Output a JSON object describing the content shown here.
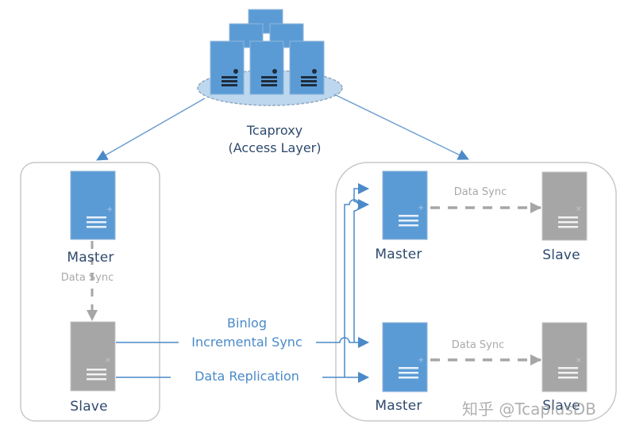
{
  "proxy": {
    "title": "Tcaproxy",
    "subtitle": "(Access Layer)",
    "icon": "server-cluster-icon"
  },
  "left_group": {
    "master_label": "Master",
    "sync_label": "Data Sync",
    "slave_label": "Slave"
  },
  "right_group": {
    "top": {
      "master_label": "Master",
      "sync_label": "Data Sync",
      "slave_label": "Slave"
    },
    "bottom": {
      "master_label": "Master",
      "sync_label": "Data Sync",
      "slave_label": "Slave"
    }
  },
  "links": {
    "binlog_line1": "Binlog",
    "binlog_line2": "Incremental Sync",
    "replication": "Data Replication"
  },
  "watermark": "知乎 @TcaplusDB",
  "colors": {
    "master_fill": "#5b9bd5",
    "slave_fill": "#a6a6a6",
    "link_blue": "#4a8ac9",
    "sync_gray": "#a6a6a6",
    "group_border": "#c8c8c8",
    "ellipse_fill": "#bdd7ee"
  }
}
